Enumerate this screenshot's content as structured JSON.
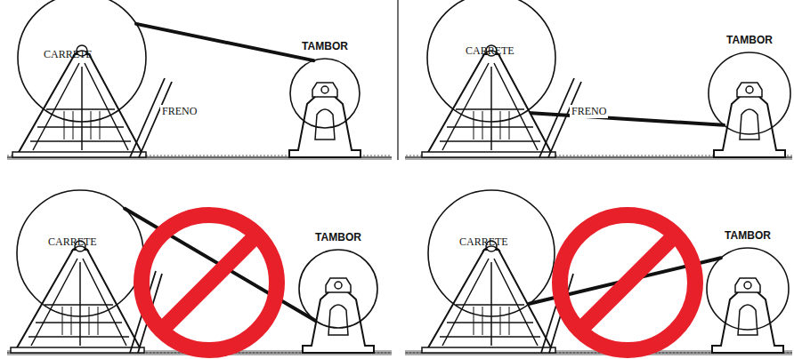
{
  "diagram": {
    "nodes": [
      {
        "text": [
          "CARRETE"
        ]
      },
      {
        "text": [
          "TAMBOR"
        ]
      },
      {
        "text": [
          "CARRETE"
        ]
      },
      {
        "text": [
          "TAMBOR"
        ]
      },
      {
        "text": [
          "CARRETE"
        ]
      },
      {
        "text": [
          "TAMBOR"
        ]
      },
      {
        "text": [
          "CARRETE"
        ]
      },
      {
        "text": [
          "TAMBOR"
        ]
      }
    ],
    "edges": [
      {
        "from": 0,
        "to": 1,
        "arrow": "none"
      },
      {
        "from": 2,
        "to": 3,
        "arrow": "none"
      },
      {
        "from": 4,
        "to": 5,
        "arrow": "none"
      },
      {
        "from": 6,
        "to": 7,
        "arrow": "none"
      }
    ],
    "labels": [
      "FRENO",
      "FRENO"
    ]
  }
}
